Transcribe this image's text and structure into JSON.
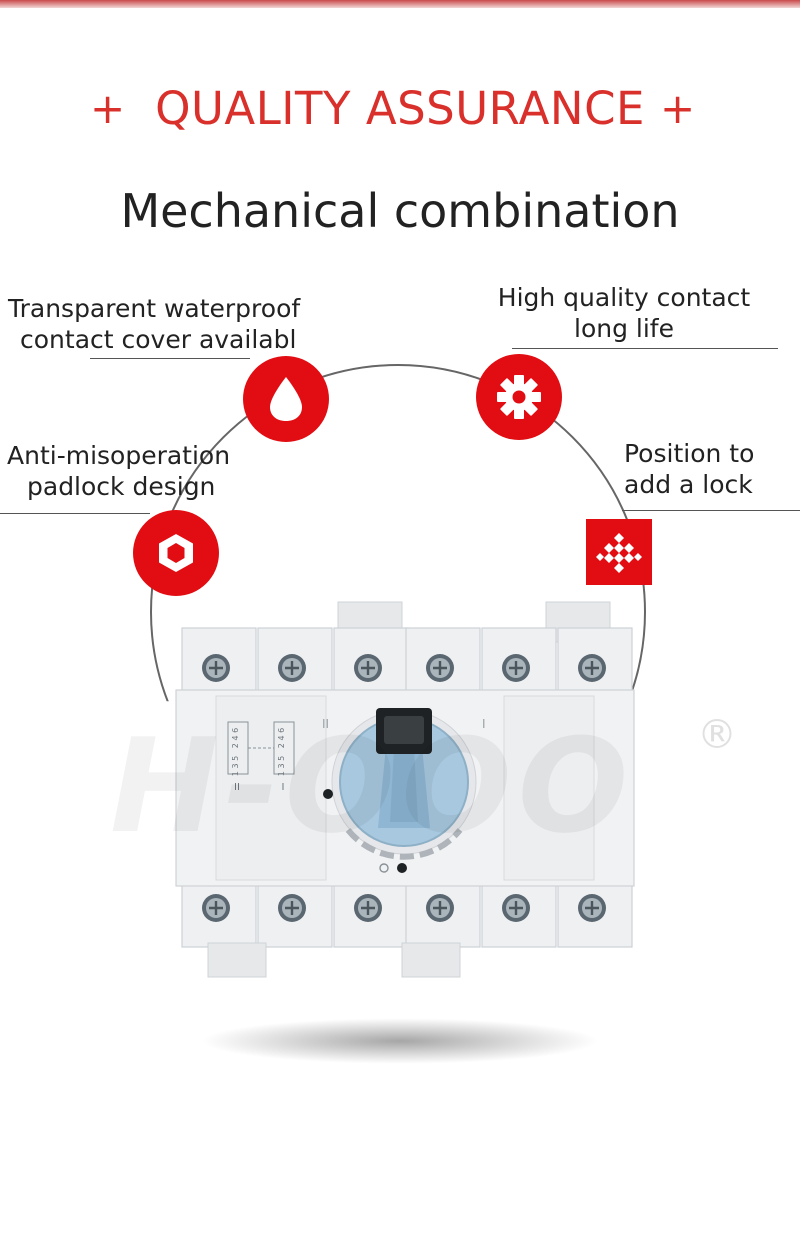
{
  "header": {
    "title": "QUALITY ASSURANCE",
    "plus_left": "+",
    "plus_right": "+",
    "subtitle": "Mechanical combination"
  },
  "features": {
    "waterproof": {
      "line1": "Transparent waterproof",
      "line2": "contact cover availabl",
      "icon": "water-drop-icon"
    },
    "contact": {
      "line1": "High quality contact",
      "line2": "long life",
      "icon": "gear-icon"
    },
    "padlock": {
      "line1": "Anti-misoperation",
      "line2": "padlock design",
      "icon": "hexagon-icon"
    },
    "lock_position": {
      "line1": "Position to",
      "line2": "add  a lock",
      "icon": "diamond-grid-icon"
    }
  },
  "product": {
    "brand_watermark": "H-OOO",
    "registered_mark": "®",
    "pole_labels_top": [
      "2 4 6",
      "2 4 6"
    ],
    "pole_labels_bottom": [
      "1 3 5",
      "1 3 5"
    ],
    "position_labels": [
      "II",
      "I"
    ],
    "colors": {
      "badge_red": "#e10d12",
      "knob_blue": "#9fc3dc",
      "housing": "#eef0f2"
    }
  }
}
